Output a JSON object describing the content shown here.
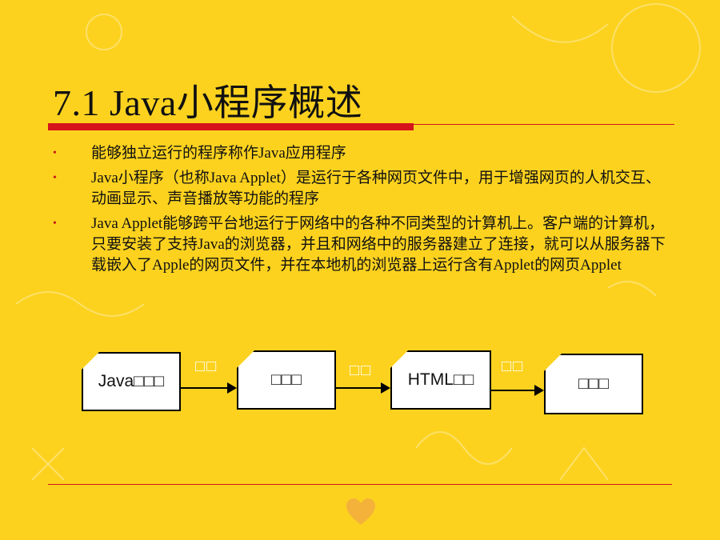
{
  "title": "7.1 Java小程序概述",
  "bullets": [
    "能够独立运行的程序称作Java应用程序",
    "Java小程序（也称Java Applet）是运行于各种网页文件中，用于增强网页的人机交互、动画显示、声音播放等功能的程序",
    "Java Applet能够跨平台地运行于网络中的各种不同类型的计算机上。客户端的计算机，只要安装了支持Java的浏览器，并且和网络中的服务器建立了连接，就可以从服务器下载嵌入了Apple的网页文件，并在本地机的浏览器上运行含有Applet的网页Applet"
  ],
  "diagram": {
    "boxes": [
      "Java□□□",
      "□□□",
      "HTML□□",
      "□□□"
    ],
    "arrows": [
      "□□",
      "□□",
      "□□"
    ]
  },
  "colors": {
    "background": "#fcd21f",
    "accent_red": "#d5141b"
  }
}
